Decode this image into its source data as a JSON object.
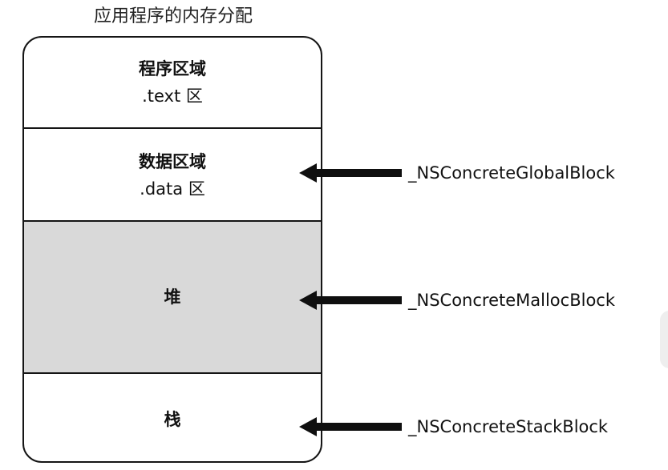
{
  "title": "应用程序的内存分配",
  "segments": {
    "text": {
      "line1": "程序区域",
      "line2": ".text 区"
    },
    "data": {
      "line1": "数据区域",
      "line2": ".data 区"
    },
    "heap": {
      "label": "堆"
    },
    "stack": {
      "label": "栈"
    }
  },
  "block_types": {
    "global": "_NSConcreteGlobalBlock",
    "malloc": "_NSConcreteMallocBlock",
    "stack": "_NSConcreteStackBlock"
  },
  "colors": {
    "border": "#151515",
    "heap_fill": "#d9d9d9",
    "arrow": "#0f0f0f"
  }
}
